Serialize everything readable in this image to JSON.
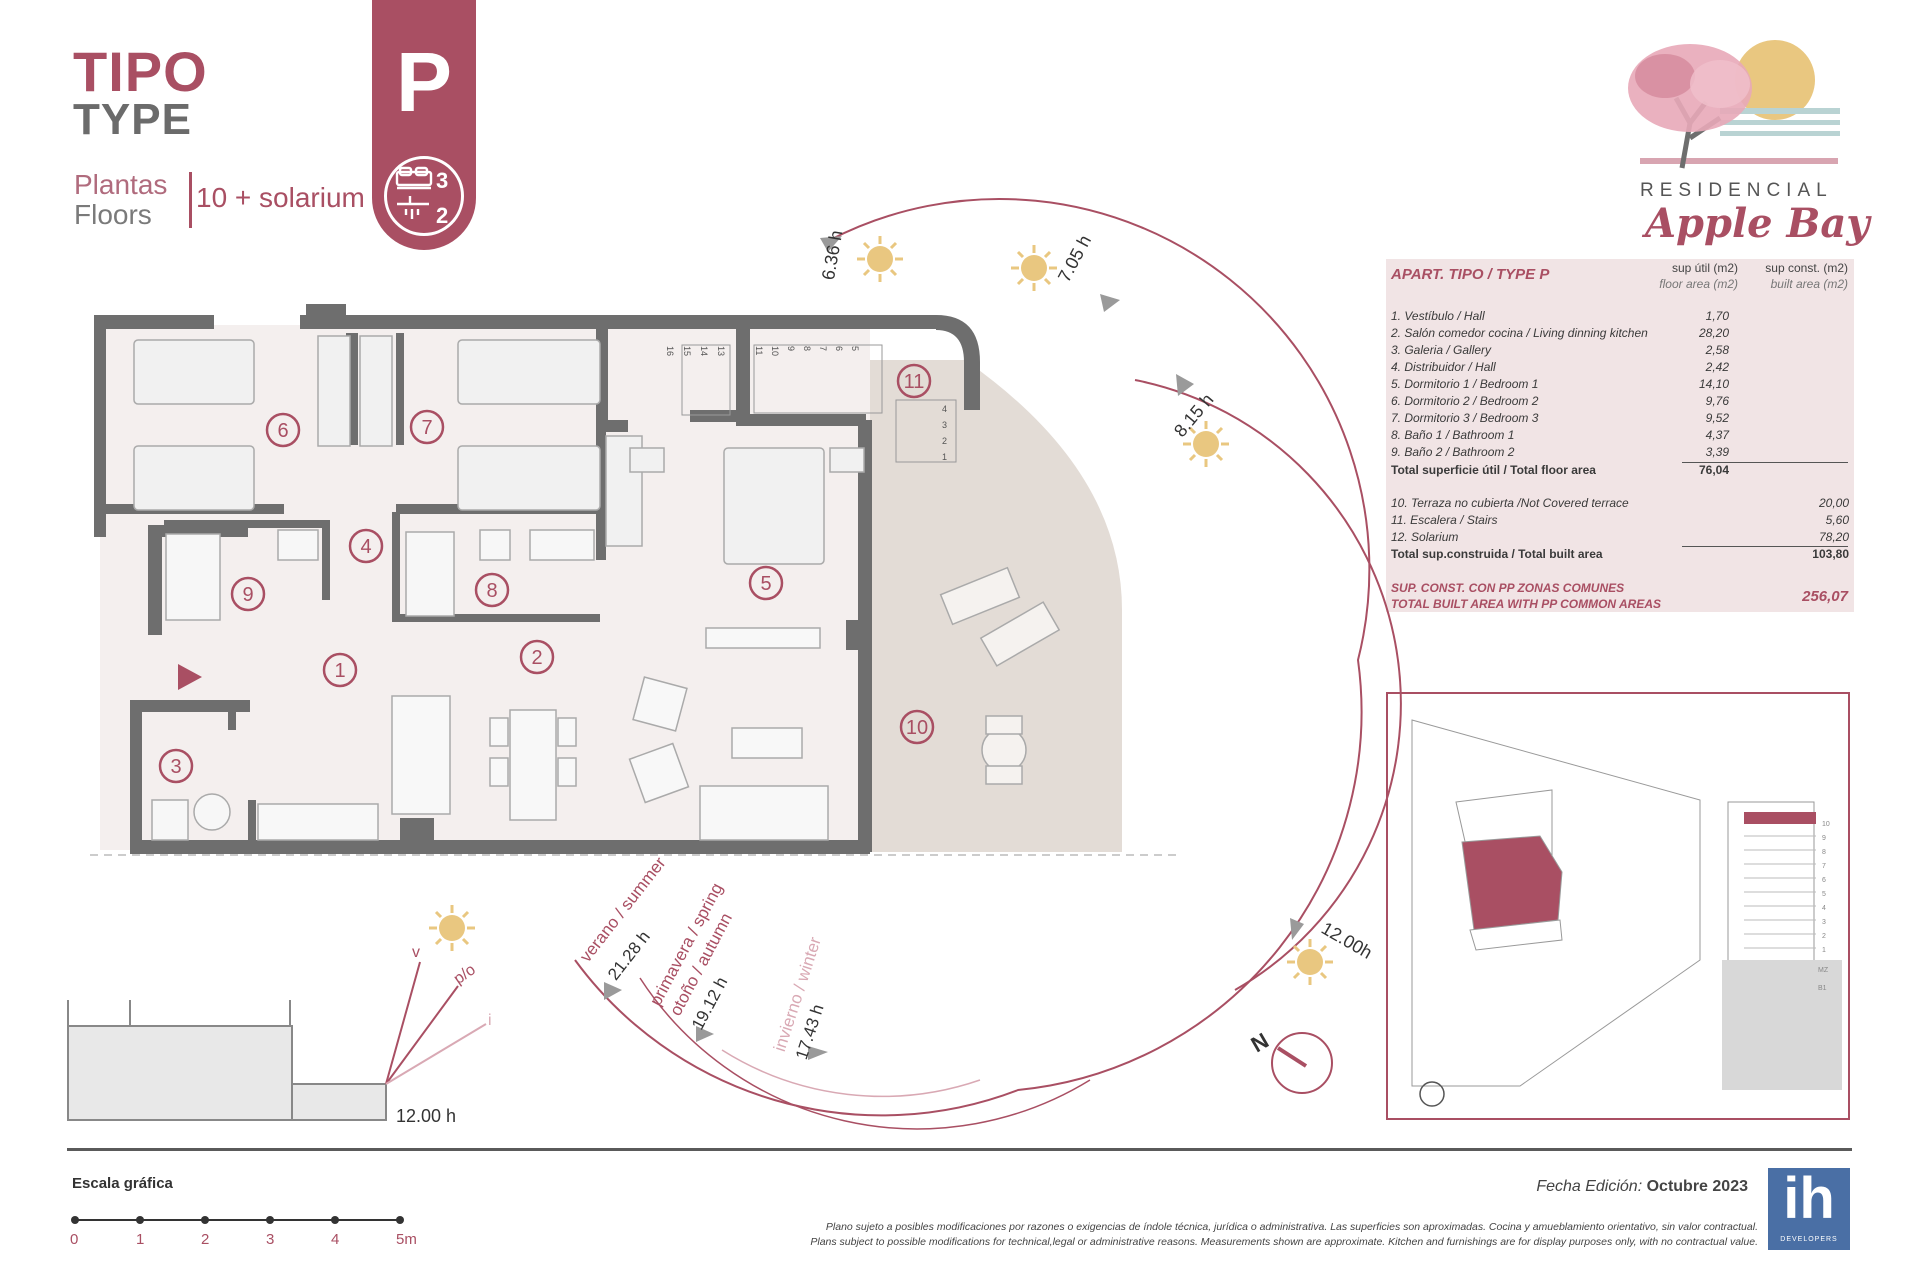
{
  "header": {
    "tipo": "TIPO",
    "type": "TYPE",
    "plantas": "Plantas",
    "floors": "Floors",
    "floors_value": "10 + solarium",
    "type_letter": "P",
    "bedrooms": "3",
    "bathrooms": "2"
  },
  "logo": {
    "line1": "RESIDENCIAL",
    "line2": "Apple Bay"
  },
  "area_table": {
    "title": "APART. TIPO / TYPE P",
    "col1_title": "sup útil (m2)",
    "col1_sub": "floor area (m2)",
    "col2_title": "sup const. (m2)",
    "col2_sub": "built area (m2)",
    "rows": [
      {
        "label": "1. Vestíbulo / Hall",
        "util": "1,70",
        "const": ""
      },
      {
        "label": "2. Salón comedor cocina / Living dinning kitchen",
        "util": "28,20",
        "const": ""
      },
      {
        "label": "3. Galeria / Gallery",
        "util": "2,58",
        "const": ""
      },
      {
        "label": "4. Distribuidor / Hall",
        "util": "2,42",
        "const": ""
      },
      {
        "label": "5. Dormitorio 1 / Bedroom 1",
        "util": "14,10",
        "const": ""
      },
      {
        "label": "6. Dormitorio 2 / Bedroom 2",
        "util": "9,76",
        "const": ""
      },
      {
        "label": "7. Dormitorio 3 / Bedroom 3",
        "util": "9,52",
        "const": ""
      },
      {
        "label": "8. Baño 1 / Bathroom 1",
        "util": "4,37",
        "const": ""
      },
      {
        "label": "9. Baño 2 / Bathroom 2",
        "util": "3,39",
        "const": ""
      },
      {
        "label": "Total superficie útil / Total floor area",
        "util": "76,04",
        "const": ""
      },
      {
        "label": "10. Terraza no cubierta /Not Covered terrace",
        "util": "",
        "const": "20,00"
      },
      {
        "label": "11. Escalera / Stairs",
        "util": "",
        "const": "5,60"
      },
      {
        "label": "12. Solarium",
        "util": "",
        "const": "78,20"
      },
      {
        "label": "Total sup.construida / Total built area",
        "util": "",
        "const": "103,80"
      }
    ],
    "common_line1": "SUP. CONST. CON PP ZONAS COMUNES",
    "common_line2": "TOTAL BUILT AREA WITH PP COMMON AREAS",
    "common_value": "256,07"
  },
  "rooms": [
    "1",
    "2",
    "3",
    "4",
    "5",
    "6",
    "7",
    "8",
    "9",
    "10",
    "11"
  ],
  "stair_steps_top": [
    "16",
    "15",
    "14",
    "13",
    "11",
    "10",
    "9",
    "8",
    "7",
    "6",
    "5"
  ],
  "stair_steps_side": [
    "4",
    "3",
    "2",
    "1"
  ],
  "sun_times": {
    "t1": "6.36 h",
    "t2": "7.05 h",
    "t3": "8.15 h",
    "t4": "12.00h",
    "noon": "12.00 h"
  },
  "seasons": {
    "summer": "verano / summer",
    "summer_time": "21.28 h",
    "spring": "primavera / spring",
    "autumn": "otoño / autumn",
    "spring_time": "19.12 h",
    "winter": "invierno / winter",
    "winter_time": "17.43 h"
  },
  "section_labels": {
    "v": "v",
    "po": "p/o",
    "i": "i"
  },
  "compass": "N",
  "keyplan_levels": [
    "10",
    "9",
    "8",
    "7",
    "6",
    "5",
    "4",
    "3",
    "2",
    "1",
    "MZ",
    "B1"
  ],
  "footer": {
    "scale_title": "Escala gráfica",
    "scale_marks": [
      "0",
      "1",
      "2",
      "3",
      "4",
      "5m"
    ],
    "edition_label": "Fecha Edición:",
    "edition_value": "Octubre 2023",
    "disclaimer_es": "Plano sujeto a posibles modificaciones por razones o exigencias de índole técnica, jurídica o administrativa. Las superficies son aproximadas. Cocina y amueblamiento orientativo, sin valor contractual.",
    "disclaimer_en": "Plans subject to possible modifications for technical,legal or administrative reasons. Measurements shown are approximate. Kitchen and furnishings are for display purposes only, with no contractual value.",
    "developer_logo": "ih",
    "developer_sub": "DEVELOPERS"
  },
  "colors": {
    "accent": "#a94f63",
    "wall": "#6e6e6e",
    "floor": "#f4efee",
    "terrace": "#e3dcd6",
    "table_bg": "#f1e4e5",
    "sun": "#e9c780"
  }
}
